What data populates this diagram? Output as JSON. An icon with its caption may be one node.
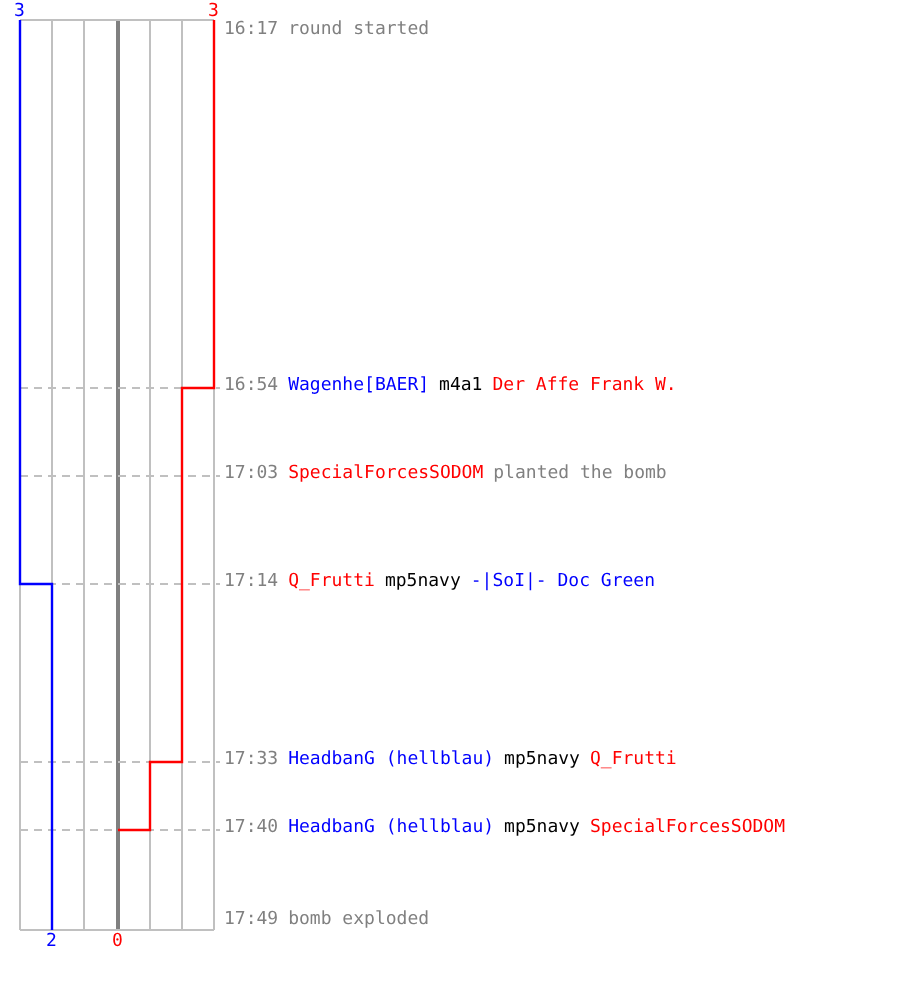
{
  "diagram": {
    "labels": [
      "3",
      "3",
      "16:17",
      "round started",
      "16:54",
      "Wagenhe[BAER]",
      "m4a1",
      "Der Affe Frank W.",
      "17:03",
      "SpecialForcesSODOM",
      "planted the bomb",
      "17:14",
      "Q_Frutti",
      "mp5navy",
      "-|SoI|- Doc Green",
      "17:33",
      "HeadbanG (hellblau)",
      "mp5navy",
      "Q_Frutti",
      "17:40",
      "HeadbanG (hellblau)",
      "mp5navy",
      "SpecialForcesSODOM",
      "17:49",
      "bomb exploded",
      "2",
      "0"
    ]
  }
}
